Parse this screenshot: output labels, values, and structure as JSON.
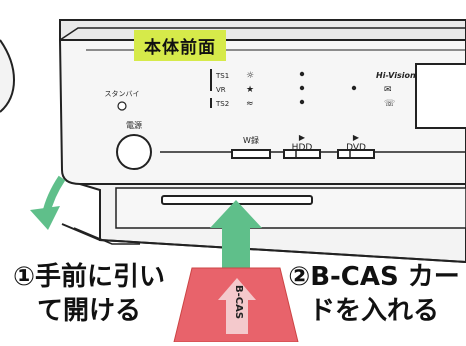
{
  "panel_label": "本体前面",
  "indicators": {
    "ts1": "TS1",
    "vr": "VR",
    "ts2": "TS2",
    "brand": "Hi-Vision"
  },
  "controls": {
    "standby": "スタンバイ",
    "power": "電源",
    "record_button": "W録",
    "hdd_button": "HDD",
    "dvd_button": "DVD"
  },
  "card_label": "B-CAS",
  "steps": [
    {
      "num": "①",
      "text_line1": "手前に引い",
      "text_line2": "て開ける"
    },
    {
      "num": "②",
      "text_line1": "B-CAS カー",
      "text_line2": "ドを入れる"
    }
  ],
  "colors": {
    "label_bg": "#d6ea4a",
    "arrow_green": "#5fbf8a",
    "card_red": "#e8636b",
    "card_arrow": "#f4c9cc",
    "device_fill": "#f3f3f3",
    "outline": "#222222"
  }
}
